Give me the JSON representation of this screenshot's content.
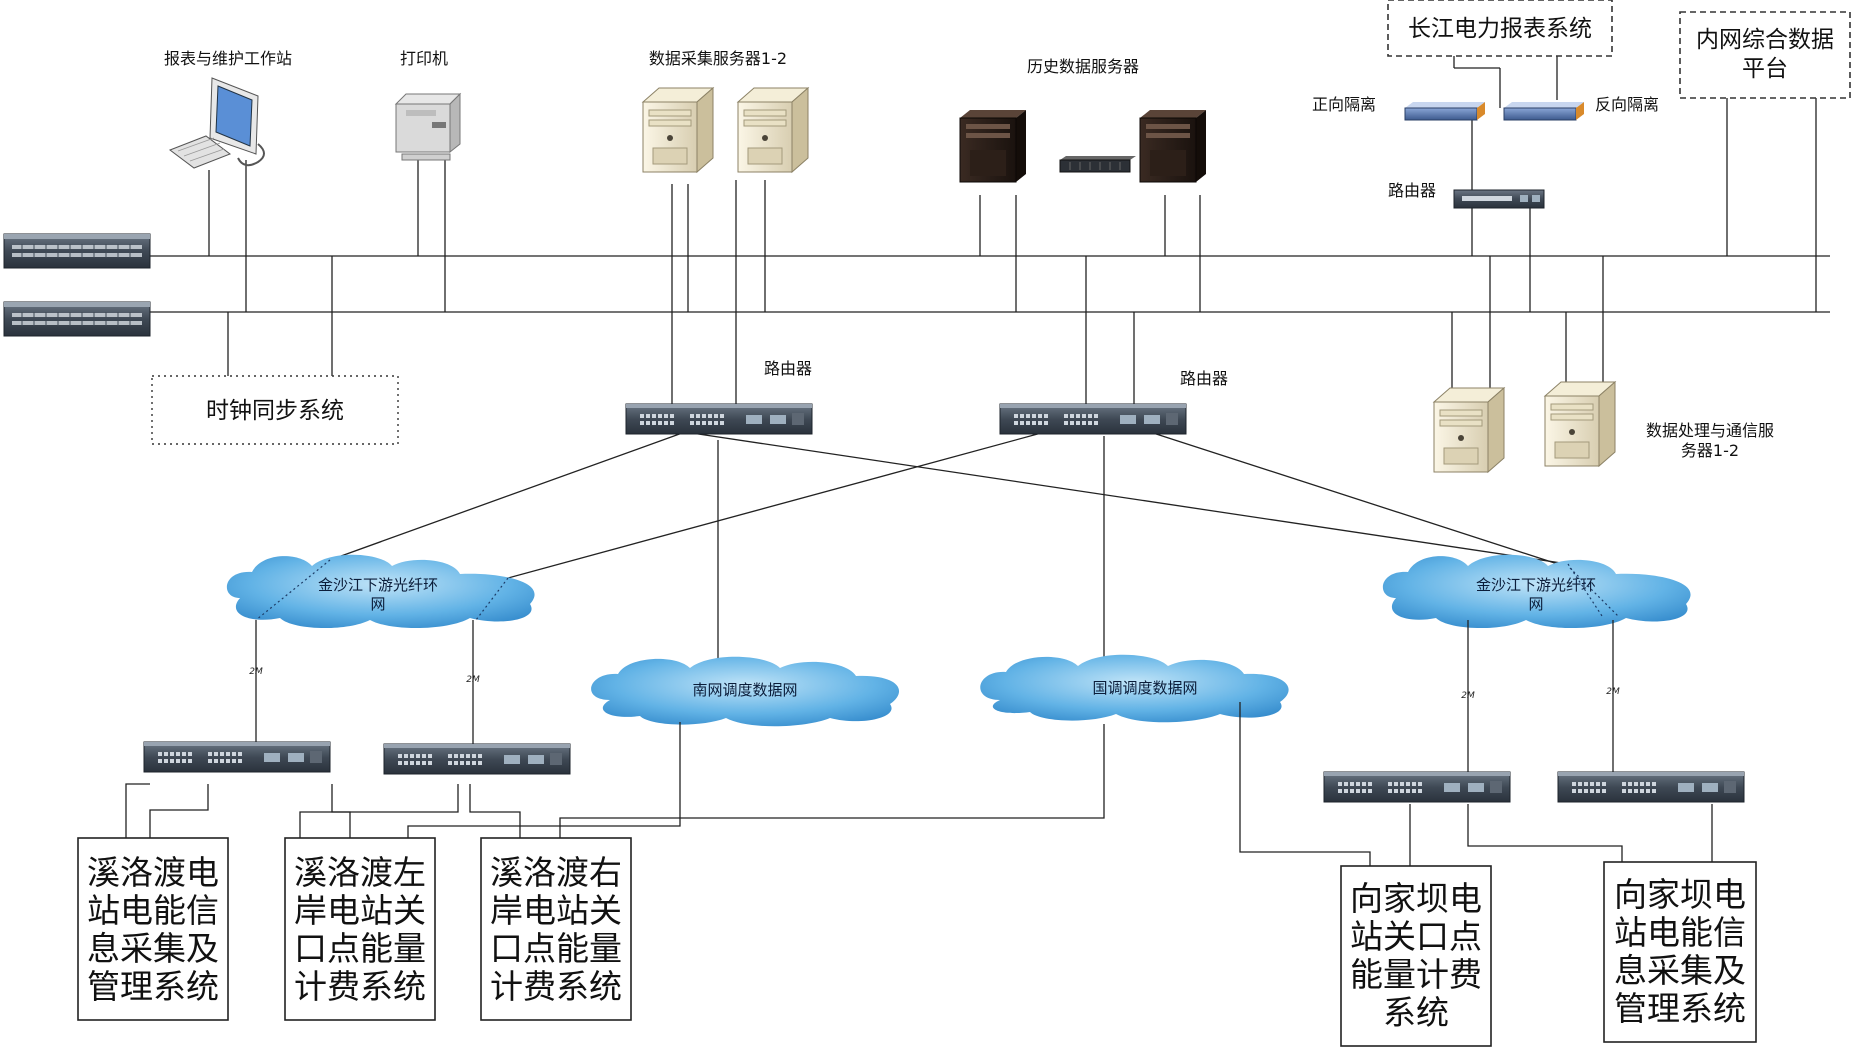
{
  "labels": {
    "workstation": "报表与维护工作站",
    "printer": "打印机",
    "collect_servers": "数据采集服务器1-2",
    "history_server": "历史数据服务器",
    "router_top": "路由器",
    "router_left": "路由器",
    "router_mid": "路由器",
    "forward_isolation": "正向隔离",
    "reverse_isolation": "反向隔离",
    "process_servers_line1": "数据处理与通信服",
    "process_servers_line2": "务器1-2"
  },
  "dashed_boxes": {
    "changjiang_report": "长江电力报表系统",
    "intranet_line1": "内网综合数据",
    "intranet_line2": "平台",
    "clock_sync": "时钟同步系统"
  },
  "clouds": {
    "jinsha_left_line1": "金沙江下游光纤环",
    "jinsha_left_line2": "网",
    "south_grid": "南网调度数据网",
    "state_grid": "国调调度数据网",
    "jinsha_right_line1": "金沙江下游光纤环",
    "jinsha_right_line2": "网"
  },
  "link_labels": {
    "l1": "2M",
    "l2": "2M",
    "l3": "2M",
    "l4": "2M"
  },
  "systems": {
    "xiluodu_energy": [
      "溪洛渡电",
      "站电能信",
      "息采集及",
      "管理系统"
    ],
    "xiluodu_left": [
      "溪洛渡左",
      "岸电站关",
      "口点能量",
      "计费系统"
    ],
    "xiluodu_right": [
      "溪洛渡右",
      "岸电站关",
      "口点能量",
      "计费系统"
    ],
    "xiangjiaba_billing": [
      "向家坝电",
      "站关口点",
      "能量计费",
      "系统"
    ],
    "xiangjiaba_energy": [
      "向家坝电",
      "站电能信",
      "息采集及",
      "管理系统"
    ]
  },
  "icons": [
    "workstation-icon",
    "printer-icon",
    "server-icon",
    "tower-server-icon",
    "switch-icon",
    "isolation-device-icon",
    "cloud-icon"
  ]
}
